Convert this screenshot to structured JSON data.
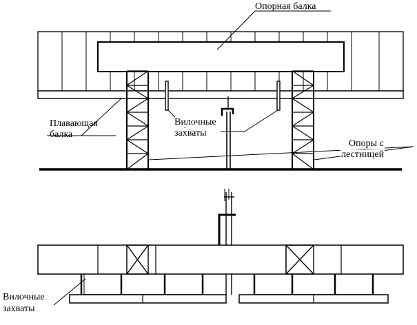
{
  "labels": {
    "support_beam": "Опорная балка",
    "floating_beam_line1": "Плавающая",
    "floating_beam_line2": "балка",
    "forks_top_line1": "Вилочные",
    "forks_top_line2": "захваты",
    "supports_line1": "Опоры с",
    "supports_line2": "лестницей",
    "forks_bottom_line1": "Вилочные",
    "forks_bottom_line2": "захваты"
  },
  "colors": {
    "stroke": "#000000",
    "background": "#ffffff"
  }
}
